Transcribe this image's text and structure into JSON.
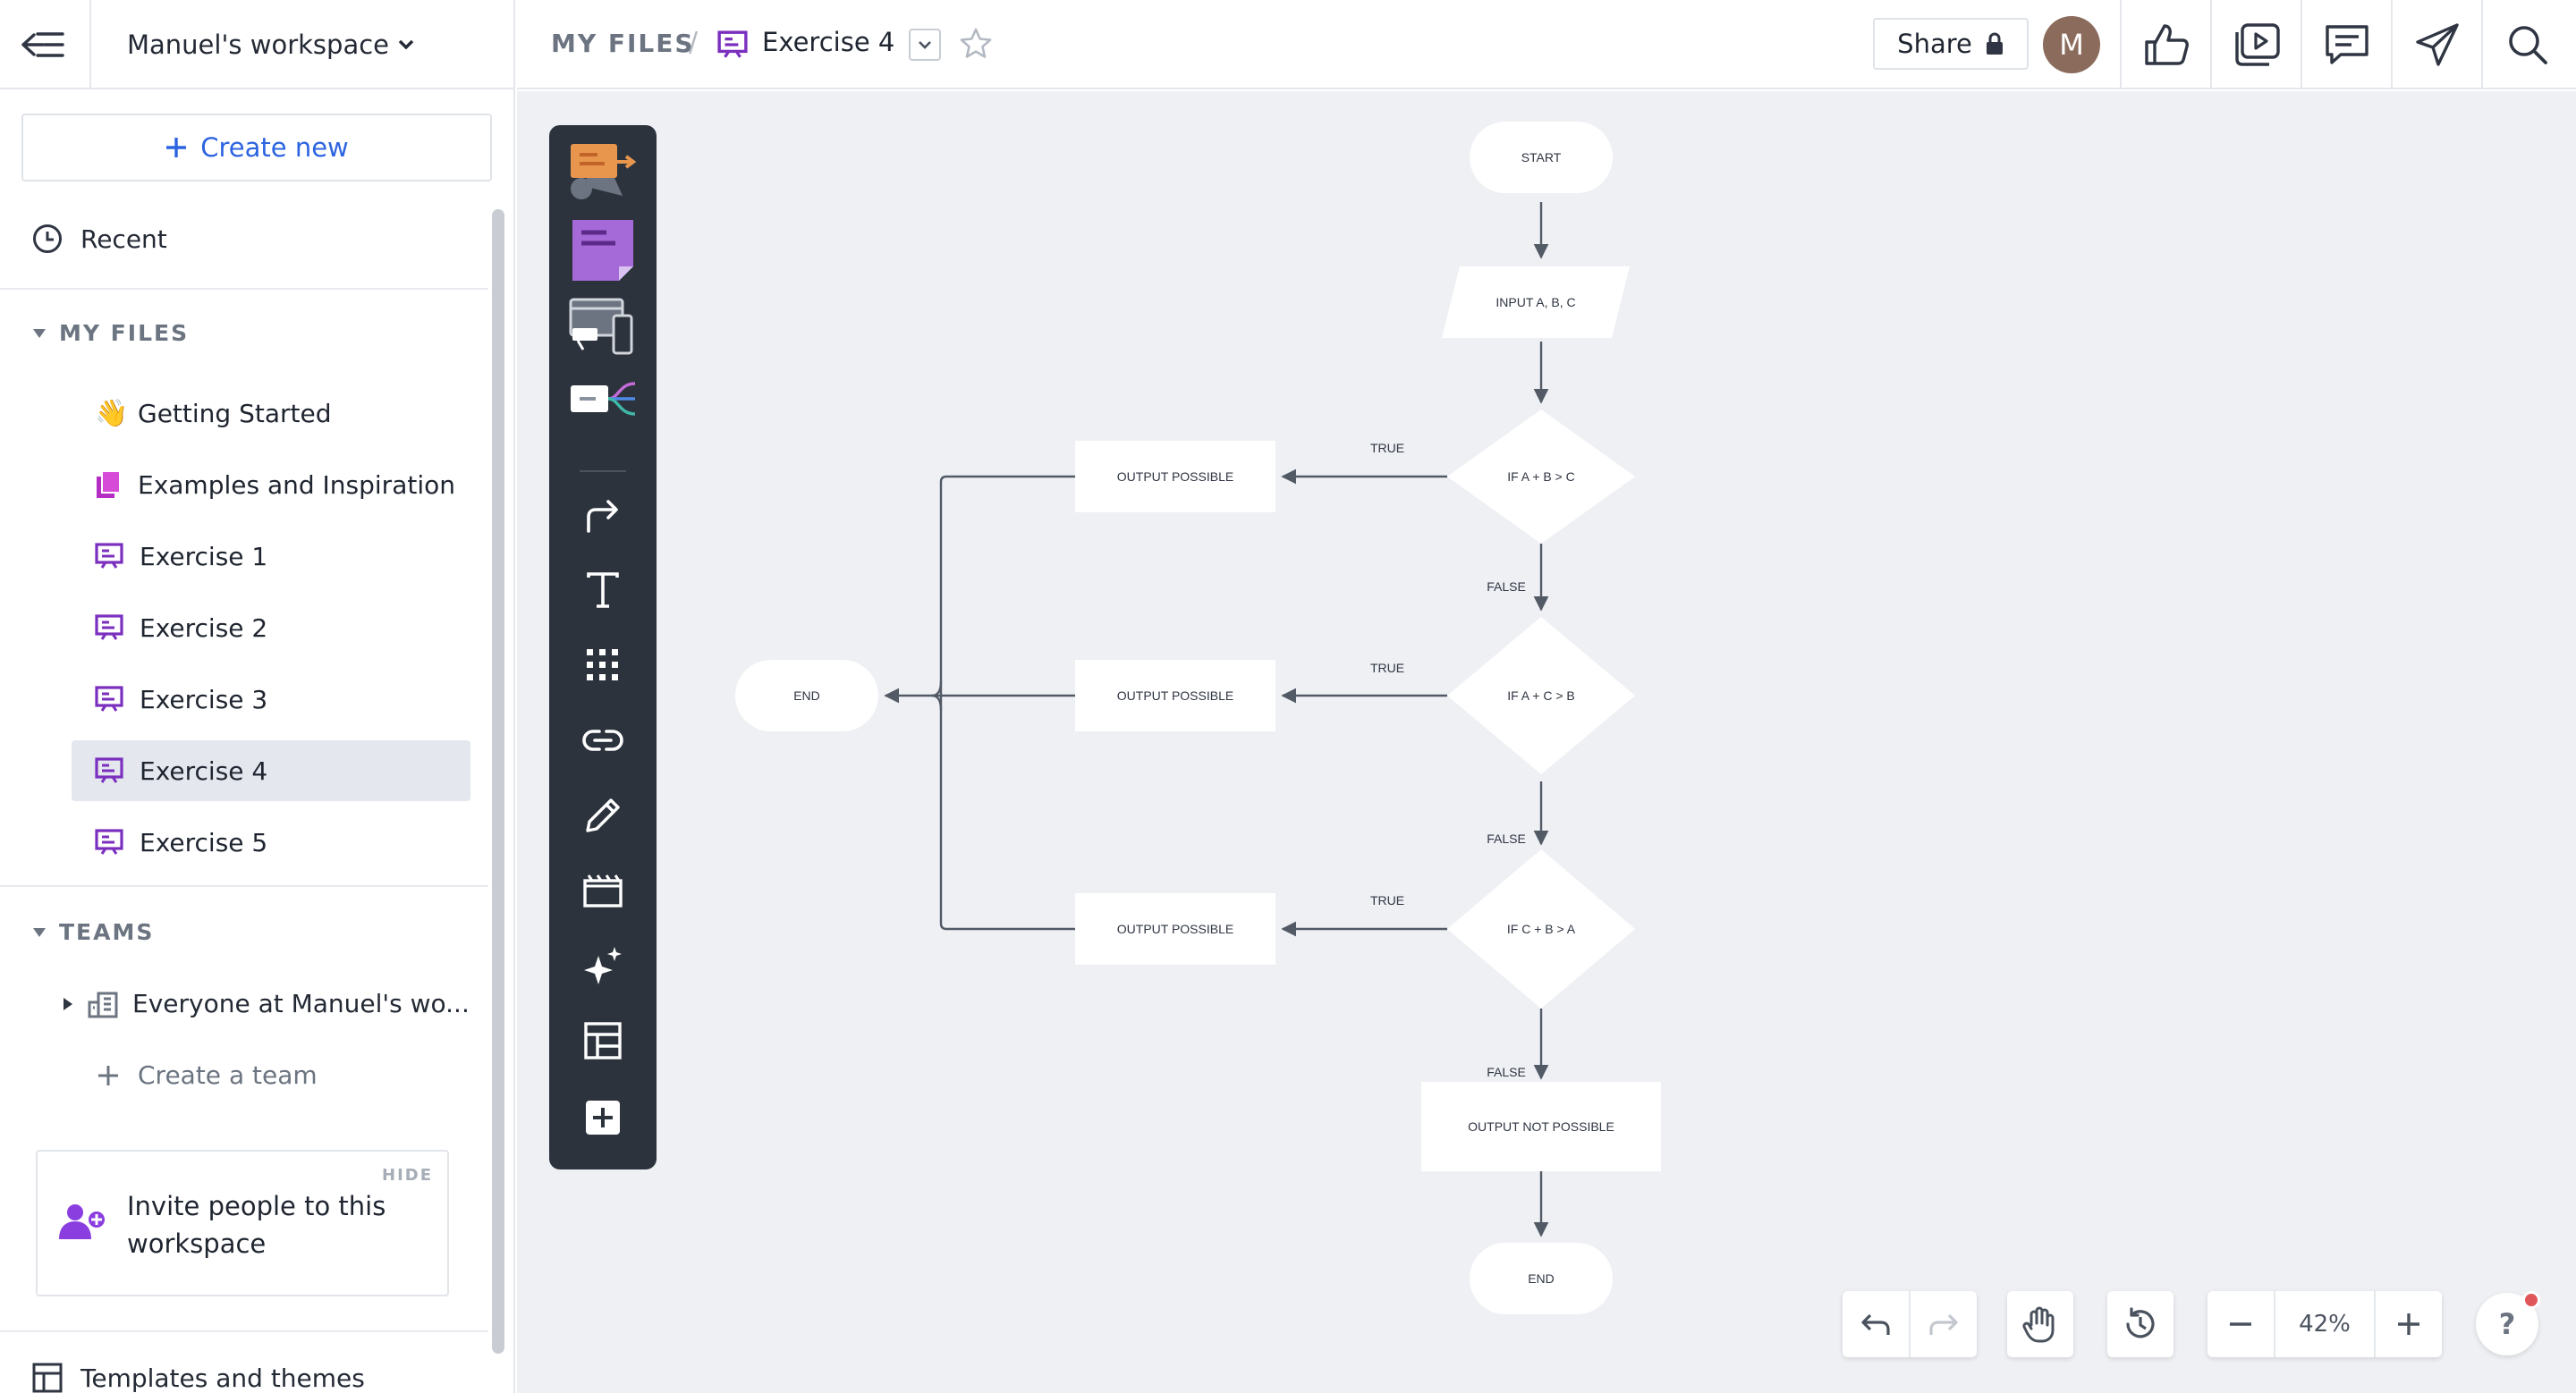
{
  "sidebar": {
    "workspace_name": "Manuel's workspace",
    "create_new_label": "Create new",
    "recent_label": "Recent",
    "my_files_label": "MY FILES",
    "files": [
      {
        "label": "Getting Started",
        "icon": "waving-hand-icon"
      },
      {
        "label": "Examples and Inspiration",
        "icon": "documents-icon"
      },
      {
        "label": "Exercise 1",
        "icon": "board-icon"
      },
      {
        "label": "Exercise 2",
        "icon": "board-icon"
      },
      {
        "label": "Exercise 3",
        "icon": "board-icon"
      },
      {
        "label": "Exercise 4",
        "icon": "board-icon",
        "active": true
      },
      {
        "label": "Exercise 5",
        "icon": "board-icon"
      }
    ],
    "teams_label": "TEAMS",
    "team_name": "Everyone at Manuel's wo...",
    "create_team_label": "Create a team",
    "invite": {
      "hide_label": "HIDE",
      "text": "Invite people to this workspace"
    },
    "templates_label": "Templates and themes"
  },
  "topbar": {
    "breadcrumb_root": "MY FILES",
    "breadcrumb_sep": "/",
    "current_file": "Exercise 4",
    "share_label": "Share",
    "avatar_initial": "M"
  },
  "diagram": {
    "start": "START",
    "input": "INPUT A, B, C",
    "decisions": [
      "IF A + B > C",
      "IF A + C > B",
      "IF C + B > A"
    ],
    "outputs": [
      "OUTPUT POSSIBLE",
      "OUTPUT POSSIBLE",
      "OUTPUT POSSIBLE"
    ],
    "true_label": "TRUE",
    "false_label": "FALSE",
    "not_possible": "OUTPUT NOT POSSIBLE",
    "end_left": "END",
    "end_bottom": "END"
  },
  "controls": {
    "zoom": "42%",
    "help": "?"
  },
  "colors": {
    "accent": "#2c64e0",
    "board_icon": "#7b2fbf",
    "toolbar_bg": "#2c333d",
    "canvas_bg": "#eef0f4"
  }
}
